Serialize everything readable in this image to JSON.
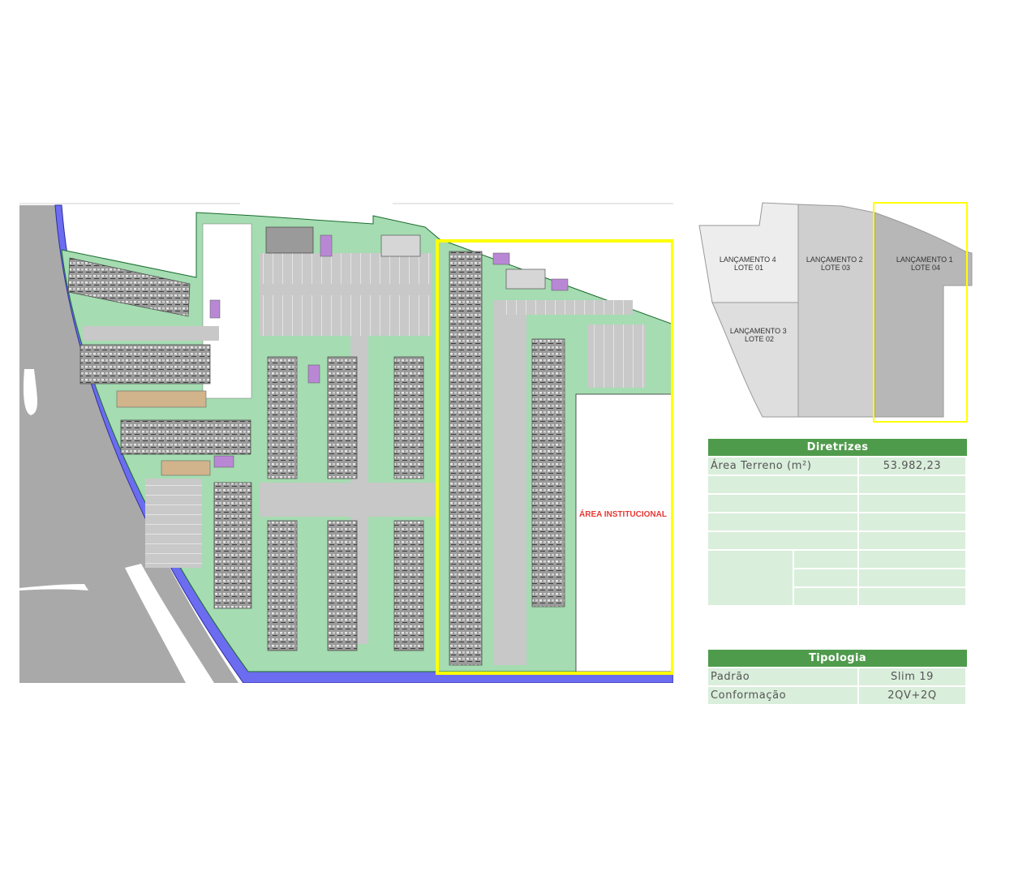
{
  "siteplan": {
    "labels": {
      "area_institucional": "ÁREA INSTITUCIONAL"
    },
    "colors": {
      "grass": "#a5dcb1",
      "road": "#a9a9a9",
      "walkway": "#c8c8c8",
      "purple_edge": "#6c6cf0",
      "highlight": "#ffff00",
      "label_red": "#e53935"
    }
  },
  "keymap": {
    "lots": [
      {
        "line1": "LANÇAMENTO 4",
        "line2": "LOTE 01",
        "shade": "#ededed"
      },
      {
        "line1": "LANÇAMENTO 3",
        "line2": "LOTE 02",
        "shade": "#dedede"
      },
      {
        "line1": "LANÇAMENTO 2",
        "line2": "LOTE 03",
        "shade": "#cfcfcf"
      },
      {
        "line1": "LANÇAMENTO 1",
        "line2": "LOTE 04",
        "shade": "#b7b7b7"
      }
    ],
    "highlight": "LANÇAMENTO 1"
  },
  "diretrizes": {
    "title": "Diretrizes",
    "rows": [
      {
        "label": "Área Terreno (m²)",
        "value": "53.982,23"
      }
    ]
  },
  "tipologia": {
    "title": "Tipologia",
    "rows": [
      {
        "label": "Padrão",
        "value": "Slim 19"
      },
      {
        "label": "Conformação",
        "value": "2QV+2Q"
      }
    ]
  }
}
